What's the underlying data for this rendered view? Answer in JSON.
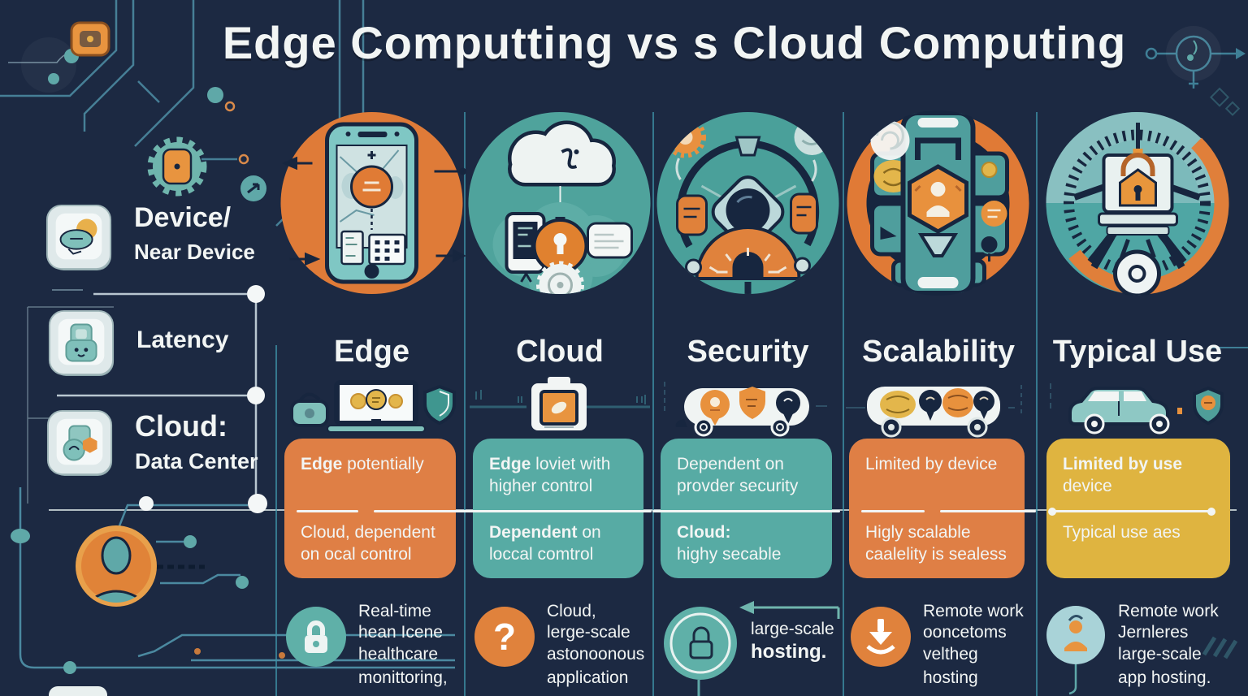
{
  "title": "Edge Computting vs s Cloud Computing",
  "sidebar": {
    "items": [
      {
        "icon": "device-chat-icon",
        "title": "Device/",
        "subtitle": "Near Device"
      },
      {
        "icon": "latency-device-icon",
        "title": "Latency",
        "subtitle": ""
      },
      {
        "icon": "data-center-icon",
        "title": "Cloud:",
        "subtitle": "Data Center"
      }
    ]
  },
  "columns": [
    {
      "header": "Edge",
      "illustration": "smartphone-map-illustration",
      "icon_row": [
        "camera-bag-icon",
        "laptop-coins-icon",
        "shield-icon"
      ],
      "box": {
        "color": "#df7f45",
        "top_bold": "Edge",
        "top_text": " potentially",
        "bottom_bold": "",
        "bottom_text": "Cloud, dependent\non ocal control"
      },
      "footer": {
        "icon": "lock-icon",
        "icon_color": "#5fb0a8",
        "text": "Real-time\nhean Icene\nhealthcare\nmonittoring,",
        "bold": ""
      }
    },
    {
      "header": "Cloud",
      "illustration": "cloud-devices-illustration",
      "icon_row": [
        "monitor-orange-screen-icon"
      ],
      "box": {
        "color": "#57aba4",
        "top_bold": "Edge",
        "top_text": " loviet with\nhigher control",
        "bottom_bold": "Dependent",
        "bottom_text": " on\nloccal comtrol"
      },
      "footer": {
        "icon": "question-icon",
        "icon_color": "#e0823c",
        "text": "Cloud,\nlerge-scale\nastonoonous\napplication",
        "bold": ""
      }
    },
    {
      "header": "Security",
      "illustration": "security-dial-illustration",
      "icon_row": [
        "vehicle-pins-shield-icon"
      ],
      "box": {
        "color": "#57aba4",
        "top_bold": "",
        "top_text": "Dependent on\nprovder security",
        "bottom_bold": "Cloud:",
        "bottom_text": "\nhighy secable"
      },
      "footer": {
        "icon": "lock-ring-icon",
        "icon_color": "#5fb0a8",
        "text": "large-scale\n",
        "bold": "hosting."
      }
    },
    {
      "header": "Scalability",
      "illustration": "device-grid-scaling-illustration",
      "icon_row": [
        "bus-pins-icon"
      ],
      "box": {
        "color": "#df7f45",
        "top_bold": "",
        "top_text": "Limited by device",
        "bottom_bold": "",
        "bottom_text": "Higly scalable\ncaalelity is sealess"
      },
      "footer": {
        "icon": "download-arrow-icon",
        "icon_color": "#e0823c",
        "text": "Remote work\nooncetoms\nveltheg\nhosting",
        "bold": ""
      }
    },
    {
      "header": "Typical Use",
      "illustration": "gauge-lock-illustration",
      "icon_row": [
        "car-icon",
        "shield-badge-icon"
      ],
      "box": {
        "color": "#dfb440",
        "top_bold": "Limited by use",
        "top_text": "\ndevice",
        "bottom_bold": "",
        "bottom_text": "Typical use aes"
      },
      "footer": {
        "icon": "question-person-icon",
        "icon_color": "#a9d3d8",
        "text": "Remote work\nJernleres\nlarge-scale\napp hosting.",
        "bold": ""
      }
    }
  ],
  "colors": {
    "background": "#1c2942",
    "orange_box": "#df7f45",
    "teal_box": "#57aba4",
    "yellow_box": "#dfb440",
    "orange_circle": "#df7b38",
    "teal_circle": "#4fa39c",
    "circuit_line": "#4b89a0",
    "separator": "#3e93a8",
    "text": "#f2f5f4"
  }
}
